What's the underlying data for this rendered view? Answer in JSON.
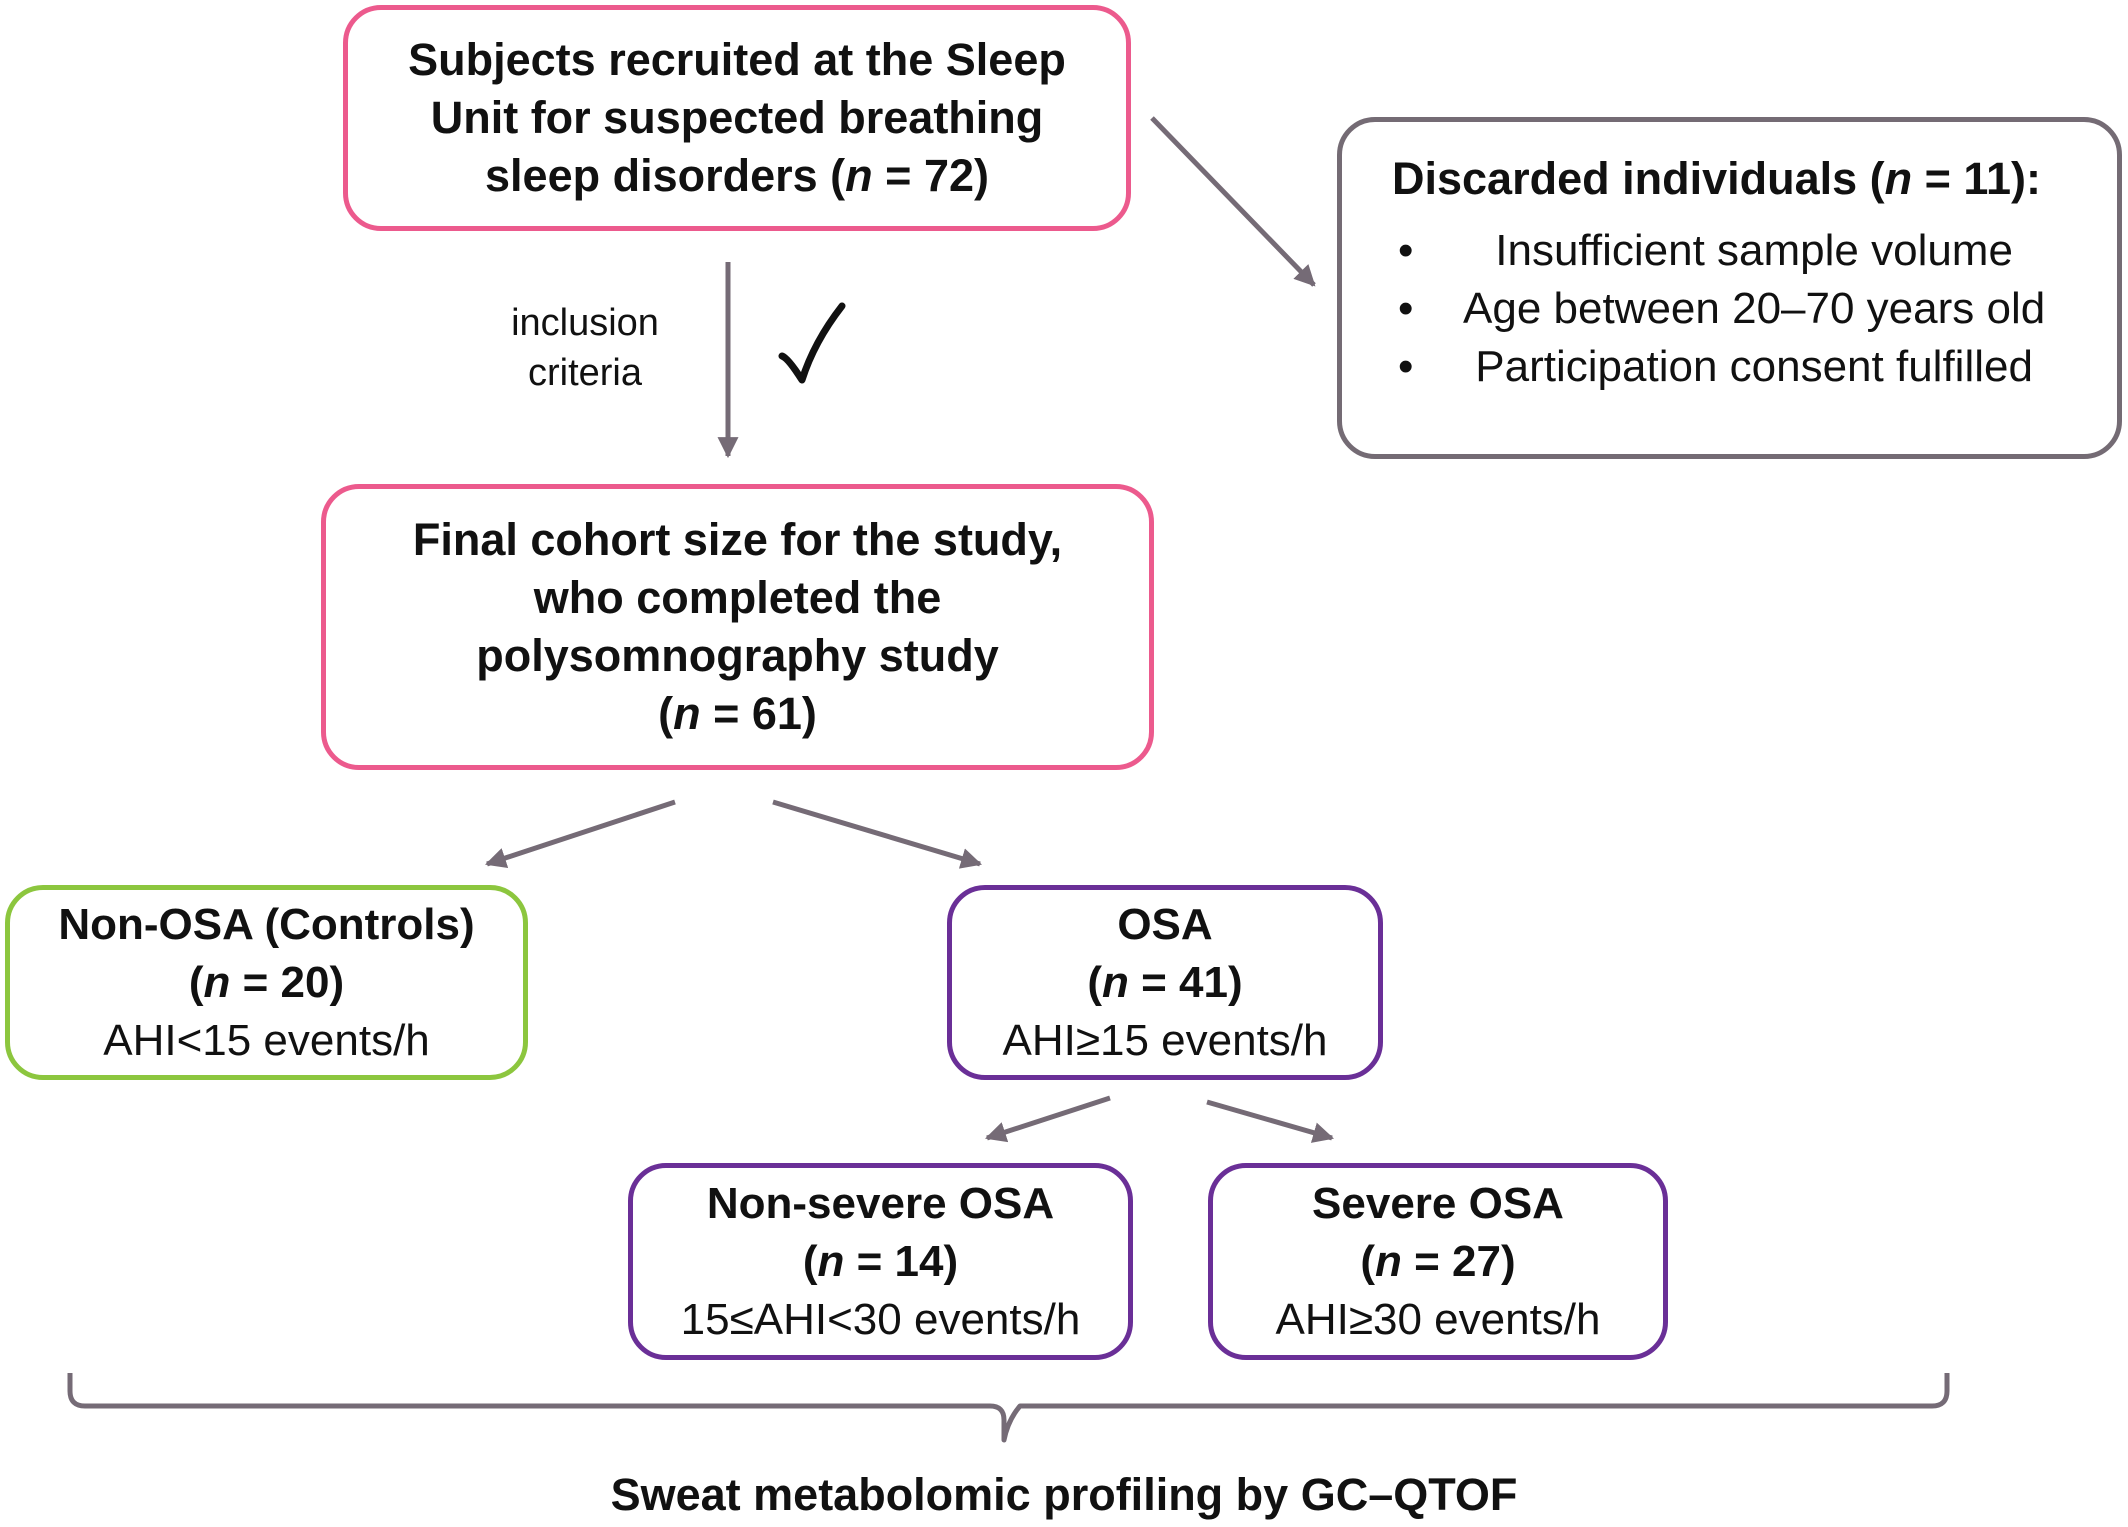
{
  "boxes": {
    "screened": {
      "line1": "Subjects recruited at the Sleep",
      "line2": "Unit for suspected breathing",
      "line3_text": "sleep disorders (",
      "n_symbol": "n",
      "line3_value": " = 72)"
    },
    "discarded": {
      "title_text": "Discarded individuals (",
      "n_symbol": "n",
      "title_value": " = 11):",
      "items": [
        "Insufficient sample volume",
        "Age between 20–70 years old",
        "Participation consent fulfilled"
      ]
    },
    "cohort": {
      "line1": "Final cohort size for the study,",
      "line2": "who completed the",
      "line3": "polysomnography study",
      "line4_open": "(",
      "n_symbol": "n",
      "line4_value": " = 61)"
    },
    "controls": {
      "title": "Non-OSA (Controls)",
      "count_open": "(",
      "n_symbol": "n",
      "count_value": " = 20)",
      "criterion": "AHI<15 events/h"
    },
    "osa": {
      "title": "OSA",
      "count_open": "(",
      "n_symbol": "n",
      "count_value": " = 41)",
      "criterion": "AHI≥15 events/h"
    },
    "non_severe": {
      "title": "Non-severe OSA",
      "count_open": "(",
      "n_symbol": "n",
      "count_value": " = 14)",
      "criterion": "15≤AHI<30 events/h"
    },
    "severe": {
      "title": "Severe OSA",
      "count_open": "(",
      "n_symbol": "n",
      "count_value": " = 27)",
      "criterion": "AHI≥30 events/h"
    }
  },
  "inclusion_label": {
    "line1": "inclusion",
    "line2": "criteria"
  },
  "check_icon": "checkmark-icon",
  "bottom_label": "Sweat metabolomic profiling by GC–QTOF",
  "colors": {
    "pink_border": "#ec5a8d",
    "grey_border": "#746b74",
    "green_border": "#8cc63e",
    "purple_border": "#6a2f97",
    "arrow": "#756b76",
    "text": "#111111"
  }
}
